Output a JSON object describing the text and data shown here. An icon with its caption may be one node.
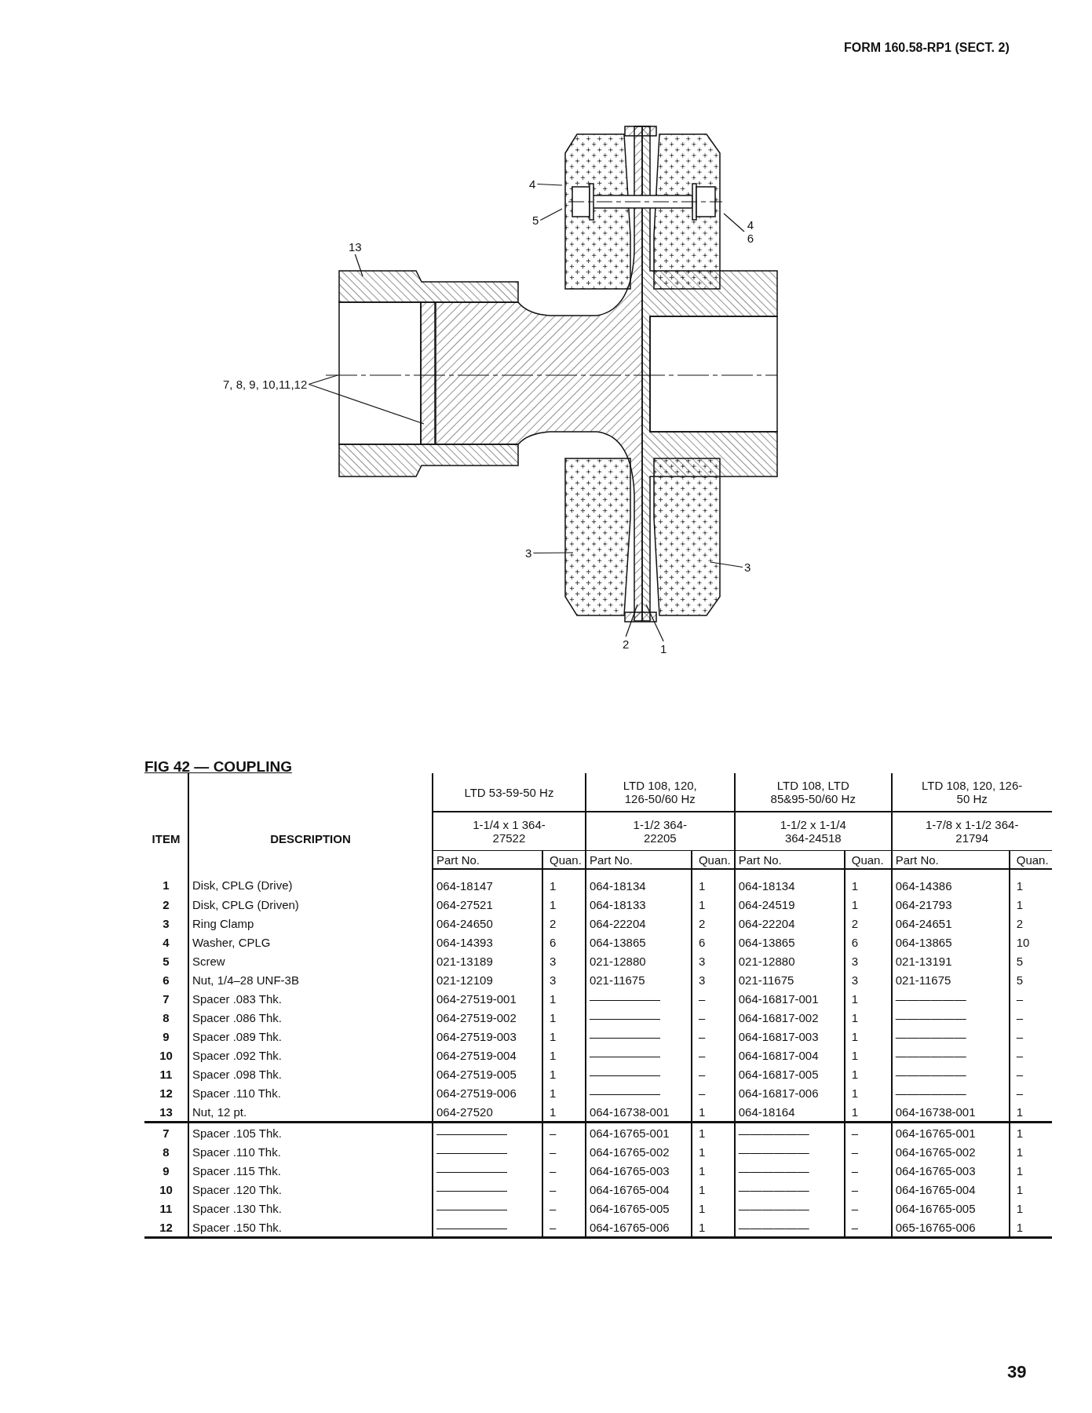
{
  "diagram": {
    "title": "FIG 42 — COUPLING",
    "nodes": [
      {
        "text": [
          "4"
        ]
      },
      {
        "text": [
          "5"
        ]
      },
      {
        "text": [
          "4 6"
        ]
      },
      {
        "text": [
          "13"
        ]
      },
      {
        "text": [
          "7, 8, 9, 10,11,12"
        ]
      },
      {
        "text": [
          "3"
        ]
      },
      {
        "text": [
          "3"
        ]
      },
      {
        "text": [
          "2"
        ]
      },
      {
        "text": [
          "1"
        ]
      }
    ],
    "edges": [
      {
        "from": 0,
        "to": null,
        "arrow": "none"
      },
      {
        "from": 1,
        "to": null,
        "arrow": "none"
      },
      {
        "from": 2,
        "to": null,
        "arrow": "none"
      },
      {
        "from": 3,
        "to": null,
        "arrow": "none"
      },
      {
        "from": 4,
        "to": null,
        "arrow": "none"
      },
      {
        "from": 4,
        "to": null,
        "arrow": "none"
      },
      {
        "from": 5,
        "to": null,
        "arrow": "none"
      },
      {
        "from": 6,
        "to": null,
        "arrow": "none"
      },
      {
        "from": 7,
        "to": null,
        "arrow": "none"
      },
      {
        "from": 8,
        "to": null,
        "arrow": "none"
      }
    ],
    "labels": [
      "FORM 160.58-RP1 (SECT. 2)",
      "ITEM",
      "DESCRIPTION",
      "LTD 53-59-50 Hz",
      "LTD 108, 120, 126-50/60 Hz",
      "LTD 108, LTD 85&95-50/60 Hz",
      "LTD 108, 120, 126-50 Hz",
      "1-1/4 x 1 364-27522",
      "1-1/2 364-22205",
      "1-1/2 x 1-1/4 364-24518",
      "1-7/8 x 1-1/2 364-21794",
      "Part No.",
      "Quan.",
      "Part No.",
      "Quan.",
      "Part No.",
      "Quan.",
      "Part No.",
      "Quan.",
      "1",
      "Disk, CPLG (Drive)",
      "064-18147",
      "1",
      "064-18134",
      "1",
      "064-18134",
      "1",
      "064-14386",
      "1",
      "2",
      "Disk, CPLG (Driven)",
      "064-27521",
      "1",
      "064-18133",
      "1",
      "064-24519",
      "1",
      "064-21793",
      "1",
      "3",
      "Ring Clamp",
      "064-24650",
      "2",
      "064-22204",
      "2",
      "064-22204",
      "2",
      "064-24651",
      "2",
      "4",
      "Washer, CPLG",
      "064-14393",
      "6",
      "064-13865",
      "6",
      "064-13865",
      "6",
      "064-13865",
      "10",
      "5",
      "Screw",
      "021-13189",
      "3",
      "021-12880",
      "3",
      "021-12880",
      "3",
      "021-13191",
      "5",
      "6",
      "Nut, 1/4–28 UNF-3B",
      "021-12109",
      "3",
      "021-11675",
      "3",
      "021-11675",
      "3",
      "021-11675",
      "5",
      "7",
      "Spacer .083 Thk.",
      "064-27519-001",
      "1",
      "——————",
      "–",
      "064-16817-001",
      "1",
      "——————",
      "–",
      "8",
      "Spacer .086 Thk.",
      "064-27519-002",
      "1",
      "——————",
      "–",
      "064-16817-002",
      "1",
      "——————",
      "–",
      "9",
      "Spacer .089 Thk.",
      "064-27519-003",
      "1",
      "——————",
      "–",
      "064-16817-003",
      "1",
      "——————",
      "–",
      "10",
      "Spacer .092 Thk.",
      "064-27519-004",
      "1",
      "——————",
      "–",
      "064-16817-004",
      "1",
      "——————",
      "–",
      "11",
      "Spacer .098 Thk.",
      "064-27519-005",
      "1",
      "——————",
      "–",
      "064-16817-005",
      "1",
      "——————",
      "–",
      "12",
      "Spacer .110 Thk.",
      "064-27519-006",
      "1",
      "——————",
      "–",
      "064-16817-006",
      "1",
      "——————",
      "–",
      "13",
      "Nut, 12 pt.",
      "064-27520",
      "1",
      "064-16738-001",
      "1",
      "064-18164",
      "1",
      "064-16738-001",
      "1",
      "7",
      "Spacer .105 Thk.",
      "——————",
      "–",
      "064-16765-001",
      "1",
      "——————",
      "–",
      "064-16765-001",
      "1",
      "8",
      "Spacer .110 Thk.",
      "——————",
      "–",
      "064-16765-002",
      "1",
      "——————",
      "–",
      "064-16765-002",
      "1",
      "9",
      "Spacer .115 Thk.",
      "——————",
      "–",
      "064-16765-003",
      "1",
      "——————",
      "–",
      "064-16765-003",
      "1",
      "10",
      "Spacer .120 Thk.",
      "——————",
      "–",
      "064-16765-004",
      "1",
      "——————",
      "–",
      "064-16765-004",
      "1",
      "11",
      "Spacer .130 Thk.",
      "——————",
      "–",
      "064-16765-005",
      "1",
      "——————",
      "–",
      "064-16765-005",
      "1",
      "12",
      "Spacer .150 Thk.",
      "——————",
      "–",
      "064-16765-006",
      "1",
      "——————",
      "–",
      "065-16765-006",
      "1",
      "39"
    ]
  }
}
